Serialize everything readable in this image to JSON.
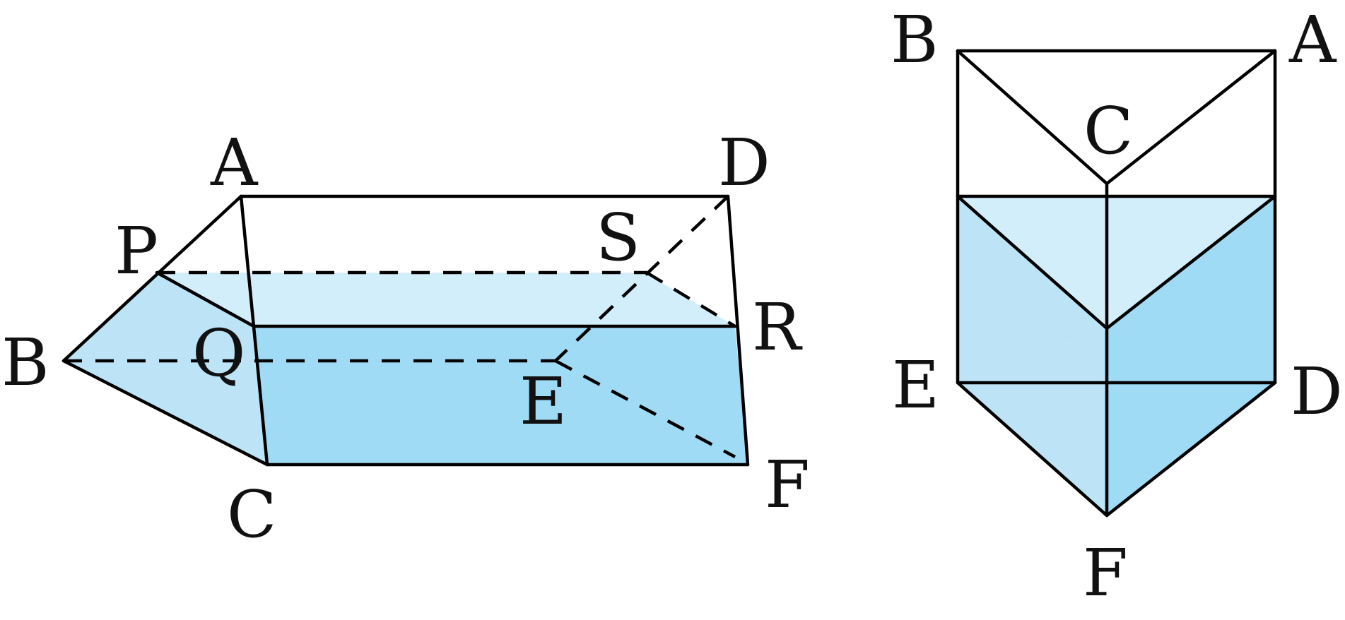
{
  "colors": {
    "water_top": "#d3eefb",
    "water_side_light": "#bde3f7",
    "water_side_dark": "#a0dbf5",
    "stroke": "#000000"
  },
  "left_figure": {
    "labels": {
      "A": "A",
      "D": "D",
      "P": "P",
      "S": "S",
      "B": "B",
      "Q": "Q",
      "R": "R",
      "E": "E",
      "C": "C",
      "F": "F"
    }
  },
  "right_figure": {
    "labels": {
      "B": "B",
      "A": "A",
      "C": "C",
      "E": "E",
      "D": "D",
      "F": "F"
    }
  }
}
